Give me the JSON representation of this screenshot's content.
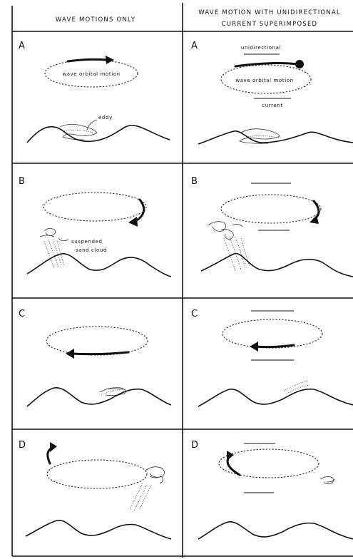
{
  "headers": {
    "left": "WAVE MOTIONS ONLY",
    "right_line1": "WAVE MOTION WITH UNIDIRECTIONAL",
    "right_line2": "CURRENT SUPERIMPOSED"
  },
  "rows": [
    {
      "label": "A",
      "right_label": "A"
    },
    {
      "label": "B",
      "right_label": "B"
    },
    {
      "label": "C",
      "right_label": "C"
    },
    {
      "label": "D",
      "right_label": "D"
    }
  ],
  "annotations": {
    "orbit_left": "wave orbital motion",
    "orbit_right": "wave orbital motion",
    "eddy": "eddy",
    "unidirectional": "unidirectional",
    "current": "current",
    "sand_cloud_line1": "suspended",
    "sand_cloud_line2": "sand cloud"
  }
}
